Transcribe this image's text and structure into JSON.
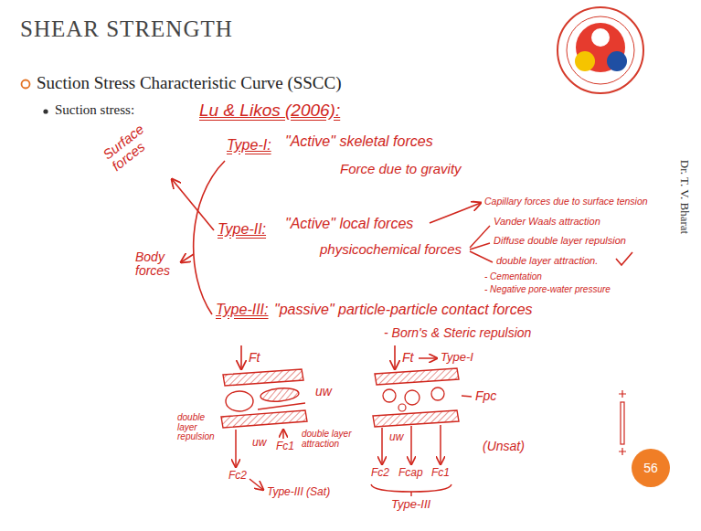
{
  "diagram": {
    "title": "SHEAR STRENGTH",
    "nodes": [
      {
        "text": [
          "56"
        ]
      }
    ],
    "labels": [
      "Suction Stress Characteristic Curve (SSCC)",
      "Suction stress:",
      "Lu & Likos (2006):",
      "Type-I:",
      "\"Active\" skeletal forces",
      "Force due to gravity",
      "Surface forces",
      "Type-II:",
      "\"Active\" local forces",
      "Capillary forces due to surface tension",
      "Vander Waals attraction",
      "Diffuse double layer repulsion",
      "physicochemical forces",
      "double layer attraction.",
      "- Cementation",
      "- Negative pore-water pressure",
      "Body forces",
      "Type-III:",
      "\"passive\" particle-particle contact forces",
      "- Born's & Steric repulsion",
      "Ft",
      "Ft",
      "Type-I",
      "uw",
      "Fpc",
      "double layer repulsion",
      "uw",
      "Fc1",
      "double layer attraction",
      "uw",
      "(Unsat)",
      "Fc2",
      "Type-III (Sat)",
      "Fc2",
      "Fcap",
      "Fc1",
      "Type-III",
      "Dr. T. V. Bharat"
    ]
  }
}
